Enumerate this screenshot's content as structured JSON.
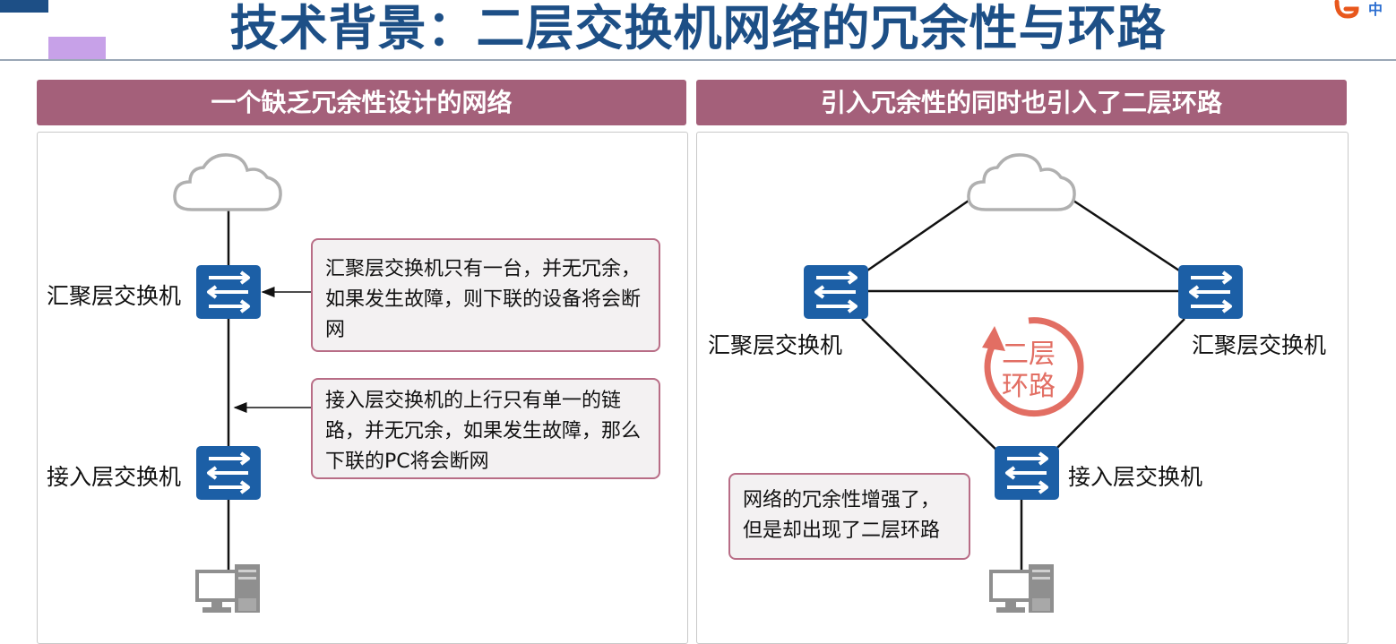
{
  "title": "技术背景：二层交换机网络的冗余性与环路",
  "left_panel": {
    "heading": "一个缺乏冗余性设计的网络",
    "agg_switch_label": "汇聚层交换机",
    "access_switch_label": "接入层交换机",
    "callout_agg": "汇聚层交换机只有一台，并无冗余，如果发生故障，则下联的设备将会断网",
    "callout_access": "接入层交换机的上行只有单一的链路，并无冗余，如果发生故障，那么下联的PC将会断网"
  },
  "right_panel": {
    "heading": "引入冗余性的同时也引入了二层环路",
    "agg_switch_left_label": "汇聚层交换机",
    "agg_switch_right_label": "汇聚层交换机",
    "access_switch_label": "接入层交换机",
    "loop_label_line1": "二层",
    "loop_label_line2": "环路",
    "callout": "网络的冗余性增强了，但是却出现了二层环路"
  },
  "icons": [
    "cloud-icon",
    "switch-icon",
    "pc-icon",
    "loop-arrow-icon",
    "sogou-ime-icon"
  ],
  "colors": {
    "title": "#1d4f86",
    "panel_header": "#a4607a",
    "switch": "#1c5fa6",
    "callout_border": "#b86d86",
    "loop": "#e26e63",
    "cloud": "#b0b0b0"
  }
}
